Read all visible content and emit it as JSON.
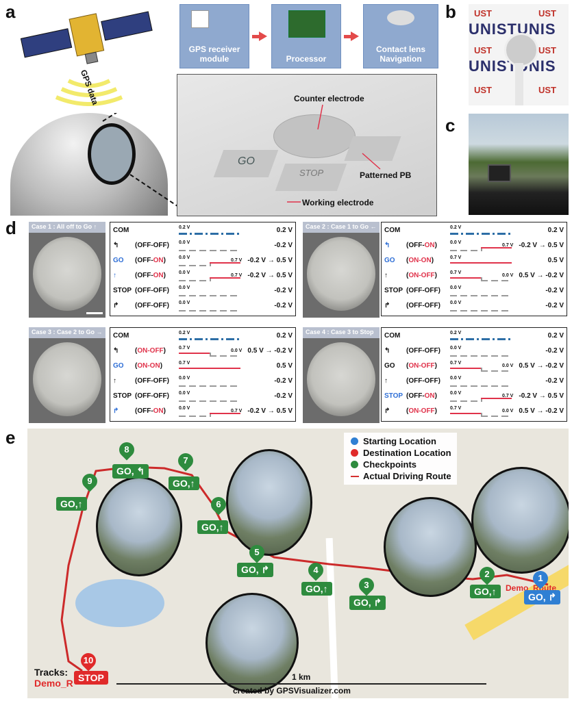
{
  "panels": {
    "a": "a",
    "b": "b",
    "c": "c",
    "d": "d",
    "e": "e"
  },
  "panel_a": {
    "gps_data_label": "GPS data",
    "flow": [
      "GPS receiver module",
      "Processor",
      "Contact lens Navigation"
    ],
    "counter_electrode": "Counter electrode",
    "patterned_pb": "Patterned PB",
    "working_electrode": "Working electrode",
    "lens_go": "GO",
    "lens_stop": "STOP"
  },
  "panel_b": {
    "logo_top_1": "UST",
    "logo_top_2": "UST",
    "logo_row_1": "UNISTUNIS",
    "logo_mid_1": "UST",
    "logo_mid_2": "UST",
    "logo_row_2": "UNISTUNIS",
    "logo_bot_1": "UST",
    "logo_bot_2": "UST"
  },
  "cases": [
    {
      "header": "Case 1 : All off to Go ↑",
      "rows": [
        {
          "sym": "COM",
          "state": "",
          "v_left": "0.2 V",
          "v_right": "",
          "value": "0.2 V",
          "sig": "com"
        },
        {
          "sym": "↰",
          "state_pre": "(OFF-",
          "state_a": "OFF",
          "state_post": ")",
          "v_left": "0.0 V",
          "v_right": "",
          "value": "-0.2 V",
          "sig": "off"
        },
        {
          "sym": "GO",
          "sym_color": "blue",
          "state_pre": "(OFF-",
          "state_a": "ON",
          "state_post": ")",
          "on_idx": "b",
          "v_left": "0.0 V",
          "v_right": "0.7 V",
          "value": "-0.2 V → 0.5 V",
          "sig": "up"
        },
        {
          "sym": "↑",
          "sym_color": "blue",
          "state_pre": "(OFF-",
          "state_a": "ON",
          "state_post": ")",
          "on_idx": "b",
          "v_left": "0.0 V",
          "v_right": "0.7 V",
          "value": "-0.2 V → 0.5 V",
          "sig": "up"
        },
        {
          "sym": "STOP",
          "state_pre": "(OFF-",
          "state_a": "OFF",
          "state_post": ")",
          "v_left": "0.0 V",
          "v_right": "",
          "value": "-0.2 V",
          "sig": "off"
        },
        {
          "sym": "↱",
          "state_pre": "(OFF-",
          "state_a": "OFF",
          "state_post": ")",
          "v_left": "0.0 V",
          "v_right": "",
          "value": "-0.2 V",
          "sig": "off"
        }
      ]
    },
    {
      "header": "Case 2 : Case 1 to Go ←",
      "rows": [
        {
          "sym": "COM",
          "v_left": "0.2 V",
          "v_right": "",
          "value": "0.2 V",
          "sig": "com"
        },
        {
          "sym": "↰",
          "sym_color": "blue",
          "state_pre": "(OFF-",
          "state_a": "ON",
          "state_post": ")",
          "on_idx": "b",
          "v_left": "0.0 V",
          "v_right": "0.7 V",
          "value": "-0.2 V → 0.5 V",
          "sig": "up"
        },
        {
          "sym": "GO",
          "sym_color": "blue",
          "state_pre": "(",
          "state_a": "ON-ON",
          "state_post": ")",
          "on_idx": "ab",
          "v_left": "0.7 V",
          "v_right": "",
          "value": "0.5 V",
          "sig": "on"
        },
        {
          "sym": "↑",
          "state_pre": "(",
          "state_a": "ON-OFF",
          "state_post": ")",
          "on_idx": "a",
          "v_left": "0.7 V",
          "v_right": "0.0 V",
          "value": "0.5 V → -0.2 V",
          "sig": "down"
        },
        {
          "sym": "STOP",
          "state_pre": "(OFF-",
          "state_a": "OFF",
          "state_post": ")",
          "v_left": "0.0 V",
          "v_right": "",
          "value": "-0.2 V",
          "sig": "off"
        },
        {
          "sym": "↱",
          "state_pre": "(OFF-",
          "state_a": "OFF",
          "state_post": ")",
          "v_left": "0.0 V",
          "v_right": "",
          "value": "-0.2 V",
          "sig": "off"
        }
      ]
    },
    {
      "header": "Case 3 : Case 2 to Go →",
      "rows": [
        {
          "sym": "COM",
          "v_left": "0.2 V",
          "v_right": "",
          "value": "0.2 V",
          "sig": "com"
        },
        {
          "sym": "↰",
          "state_pre": "(",
          "state_a": "ON-OFF",
          "state_post": ")",
          "on_idx": "a",
          "v_left": "0.7 V",
          "v_right": "0.0 V",
          "value": "0.5 V → -0.2 V",
          "sig": "down"
        },
        {
          "sym": "GO",
          "sym_color": "blue",
          "state_pre": "(",
          "state_a": "ON-ON",
          "state_post": ")",
          "on_idx": "ab",
          "v_left": "0.7 V",
          "v_right": "",
          "value": "0.5 V",
          "sig": "on"
        },
        {
          "sym": "↑",
          "state_pre": "(OFF-",
          "state_a": "OFF",
          "state_post": ")",
          "v_left": "0.0 V",
          "v_right": "",
          "value": "-0.2 V",
          "sig": "off"
        },
        {
          "sym": "STOP",
          "state_pre": "(OFF-",
          "state_a": "OFF",
          "state_post": ")",
          "v_left": "0.0 V",
          "v_right": "",
          "value": "-0.2 V",
          "sig": "off"
        },
        {
          "sym": "↱",
          "sym_color": "blue",
          "state_pre": "(OFF-",
          "state_a": "ON",
          "state_post": ")",
          "on_idx": "b",
          "v_left": "0.0 V",
          "v_right": "0.7 V",
          "value": "-0.2 V → 0.5 V",
          "sig": "up"
        }
      ]
    },
    {
      "header": "Case 4 : Case 3 to Stop",
      "rows": [
        {
          "sym": "COM",
          "v_left": "0.2 V",
          "v_right": "",
          "value": "0.2 V",
          "sig": "com"
        },
        {
          "sym": "↰",
          "state_pre": "(OFF-",
          "state_a": "OFF",
          "state_post": ")",
          "v_left": "0.0 V",
          "v_right": "",
          "value": "-0.2 V",
          "sig": "off"
        },
        {
          "sym": "GO",
          "state_pre": "(",
          "state_a": "ON-OFF",
          "state_post": ")",
          "on_idx": "a",
          "v_left": "0.7 V",
          "v_right": "0.0 V",
          "value": "0.5 V → -0.2 V",
          "sig": "down"
        },
        {
          "sym": "↑",
          "state_pre": "(OFF-",
          "state_a": "OFF",
          "state_post": ")",
          "v_left": "0.0 V",
          "v_right": "",
          "value": "-0.2 V",
          "sig": "off"
        },
        {
          "sym": "STOP",
          "sym_color": "blue",
          "state_pre": "(OFF-",
          "state_a": "ON",
          "state_post": ")",
          "on_idx": "b",
          "v_left": "0.0 V",
          "v_right": "0.7 V",
          "value": "-0.2 V → 0.5 V",
          "sig": "up"
        },
        {
          "sym": "↱",
          "state_pre": "(",
          "state_a": "ON-OFF",
          "state_post": ")",
          "on_idx": "a",
          "v_left": "0.7 V",
          "v_right": "0.0 V",
          "value": "0.5 V → -0.2 V",
          "sig": "down"
        }
      ]
    }
  ],
  "panel_e": {
    "legend": [
      {
        "label": "Starting Location",
        "color": "#2f7fd3"
      },
      {
        "label": "Destination Location",
        "color": "#e02a2a"
      },
      {
        "label": "Checkpoints",
        "color": "#2e8b3e"
      },
      {
        "label": "Actual Driving Route",
        "color": "#d43030"
      }
    ],
    "checkpoints": [
      {
        "num": "1",
        "label": "GO, ↱",
        "color": "#2f7fd3"
      },
      {
        "num": "2",
        "label": "GO,↑"
      },
      {
        "num": "3",
        "label": "GO, ↱"
      },
      {
        "num": "4",
        "label": "GO,↑"
      },
      {
        "num": "5",
        "label": "GO, ↱"
      },
      {
        "num": "6",
        "label": "GO,↑"
      },
      {
        "num": "7",
        "label": "GO,↑"
      },
      {
        "num": "8",
        "label": "GO, ↰"
      },
      {
        "num": "9",
        "label": "GO,↑"
      },
      {
        "num": "10",
        "label": "STOP",
        "color": "#e02a2a"
      }
    ],
    "demo_route": "Demo_Route",
    "tracks_label": "Tracks:",
    "tracks_name": "Demo_R",
    "scale": "1 km",
    "credit": "created by GPSVisualizer.com"
  }
}
